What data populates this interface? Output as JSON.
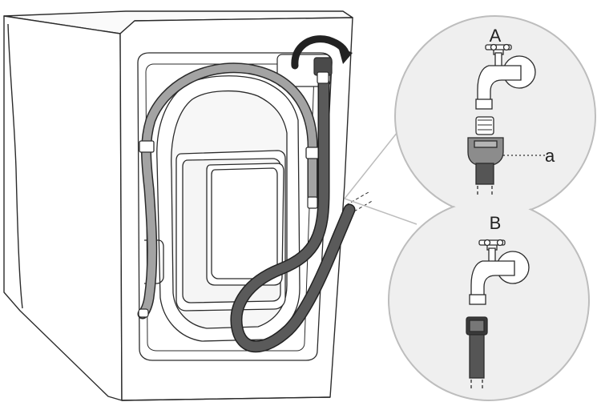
{
  "labels": {
    "detail_a": "A",
    "detail_b": "B",
    "adapter_callout": "a"
  },
  "colors": {
    "outline": "#2b2b2b",
    "hose_gray": "#a3a3a3",
    "hose_dark": "#555555",
    "bubble_fill": "#efefef",
    "bubble_stroke": "#bdbdbd",
    "machine_fill": "#ffffff",
    "door_fill": "#f6f6f6"
  },
  "icons": {
    "rotate": "curved-arrow-clockwise-icon",
    "tap": "water-tap-icon",
    "adapter": "tap-adapter-icon"
  }
}
